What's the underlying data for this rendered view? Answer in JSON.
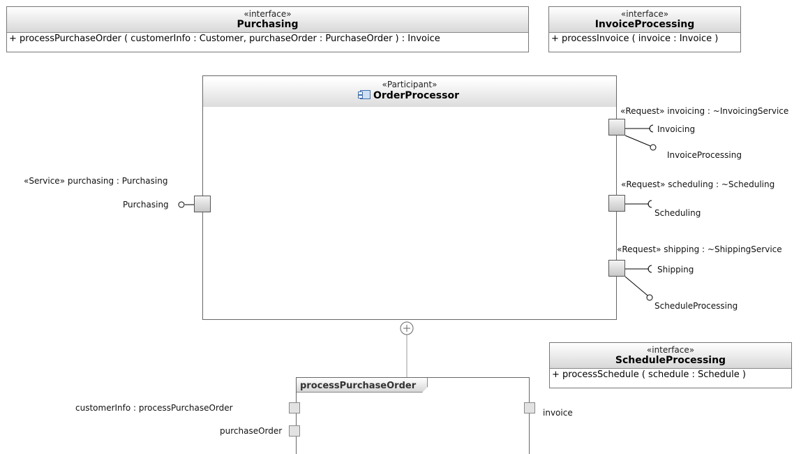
{
  "interfaces": {
    "purchasing": {
      "stereotype": "«interface»",
      "name": "Purchasing",
      "operation": "+ processPurchaseOrder ( customerInfo : Customer, purchaseOrder : PurchaseOrder ) : Invoice"
    },
    "invoice_processing": {
      "stereotype": "«interface»",
      "name": "InvoiceProcessing",
      "operation": "+ processInvoice ( invoice : Invoice )"
    },
    "schedule_processing": {
      "stereotype": "«interface»",
      "name": "ScheduleProcessing",
      "operation": "+ processSchedule ( schedule : Schedule )"
    }
  },
  "participant": {
    "stereotype": "«Participant»",
    "name": "OrderProcessor",
    "icon": "component-icon"
  },
  "service_port": {
    "label": "«Service» purchasing : Purchasing",
    "interface": "Purchasing"
  },
  "request_ports": {
    "invoicing": {
      "label": "«Request» invoicing : ~InvoicingService",
      "required": "Invoicing",
      "provided": "InvoiceProcessing"
    },
    "scheduling": {
      "label": "«Request» scheduling : ~Scheduling",
      "required": "Scheduling"
    },
    "shipping": {
      "label": "«Request» shipping : ~ShippingService",
      "required": "Shipping",
      "provided": "ScheduleProcessing"
    }
  },
  "activity": {
    "name": "processPurchaseOrder",
    "pins": {
      "customer_info": "customerInfo : processPurchaseOrder",
      "purchase_order": "purchaseOrder",
      "invoice": "invoice"
    }
  },
  "colors": {
    "border": "#777777",
    "header_top": "#ffffff",
    "header_bottom": "#d8d8d8",
    "line": "#000000"
  }
}
